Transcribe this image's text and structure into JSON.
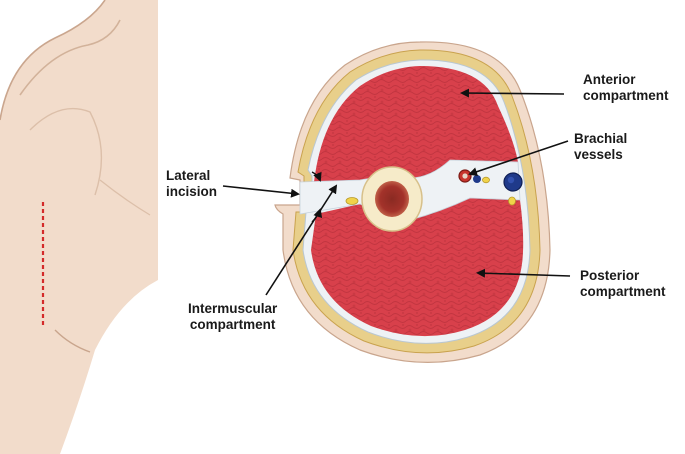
{
  "labels": {
    "anterior": [
      "Anterior",
      "compartment"
    ],
    "brachial": [
      "Brachial",
      "vessels"
    ],
    "lateral": [
      "Lateral",
      "incision"
    ],
    "intermuscular": [
      "Intermuscular",
      "compartment"
    ],
    "posterior": [
      "Posterior",
      "compartment"
    ]
  },
  "colors": {
    "skin": "#f2dccb",
    "skin_shadow": "#d9b8a0",
    "fat": "#e8cf8a",
    "fat_edge": "#c9a24e",
    "muscle": "#d8404b",
    "muscle_texture": "#b8313c",
    "fascia": "#dfe7ee",
    "bone": "#f6ebc9",
    "marrow": "#a3322a",
    "artery": "#c8342c",
    "vein": "#1f3a8a",
    "nerve": "#f0d34a",
    "incision_line": "#d42a2a",
    "arrow": "#111111"
  }
}
